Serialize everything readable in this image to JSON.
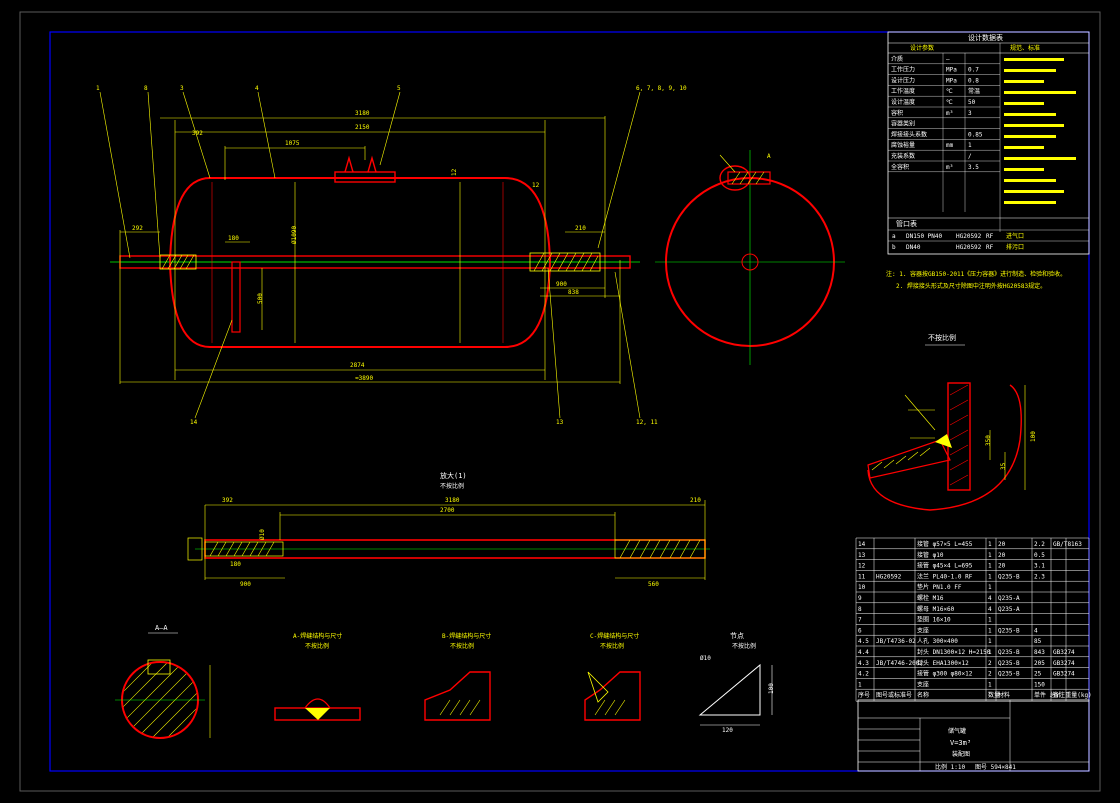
{
  "colors": {
    "background": "#000000",
    "frame": "#0000ff",
    "vessel": "#ff0000",
    "centerline": "#00ff00",
    "dimension": "#ffff00",
    "text": "#ffffff",
    "hatch": "#ffff00"
  },
  "drawing": {
    "main_dims": {
      "overall_top": "3180",
      "inner_length": "2150",
      "left_offset": "392",
      "nozzle_pos": "1075",
      "right_len": "210",
      "bottom_total": "2874",
      "overall_bottom": "≈3890",
      "right_900": "900",
      "right_838": "838",
      "left_292": "292",
      "inner_180": "180",
      "inner_500": "500",
      "height_dim": "12",
      "dia_label": "Ø1090",
      "thick_label": "12"
    },
    "balloons_top": [
      "1",
      "8",
      "3",
      "4",
      "5",
      "6, 7, 8, 9, 10"
    ],
    "balloons_bottom": [
      "14",
      "13",
      "12, 11"
    ],
    "side_label": "A",
    "detail_title": "不按比例",
    "detail_dims": [
      "100",
      "350",
      "35"
    ],
    "pipe_section_title": "放大(1)",
    "pipe_section_sub": "不按比例",
    "pipe_dims": [
      "3180",
      "2700",
      "392",
      "210",
      "180",
      "900",
      "560",
      "Ø10"
    ],
    "section_aa_title": "A—A",
    "weld_details": [
      {
        "title": "A-焊缝结构与尺寸",
        "sub": "不按比例"
      },
      {
        "title": "B-焊缝结构与尺寸",
        "sub": "不按比例"
      },
      {
        "title": "C-焊缝结构与尺寸",
        "sub": "不按比例"
      },
      {
        "title": "节点",
        "sub": "不按比例"
      }
    ],
    "node_dims": [
      "Ø10",
      "120",
      "100"
    ]
  },
  "design_table": {
    "title": "设计数据表",
    "header": [
      "设计参数",
      "",
      "规范、标准"
    ],
    "rows": [
      [
        "介质",
        "—",
        "",
        ""
      ],
      [
        "工作压力",
        "MPa",
        "0.7",
        ""
      ],
      [
        "设计压力",
        "MPa",
        "0.8",
        ""
      ],
      [
        "工作温度",
        "℃",
        "常温",
        ""
      ],
      [
        "设计温度",
        "℃",
        "50",
        ""
      ],
      [
        "容积",
        "m³",
        "3",
        ""
      ],
      [
        "容器类别",
        "",
        "",
        ""
      ],
      [
        "焊接接头系数",
        "",
        "0.85",
        ""
      ],
      [
        "腐蚀裕量",
        "mm",
        "1",
        ""
      ],
      [
        "充装系数",
        "",
        "/",
        ""
      ],
      [
        "全容积",
        "m³",
        "3.5",
        ""
      ]
    ],
    "nozzle_title": "管口表",
    "nozzle_rows": [
      [
        "a",
        "DN150 PN40",
        "HG20592",
        "RF",
        "进气口",
        ""
      ],
      [
        "b",
        "DN40",
        "HG20592",
        "RF",
        "排污口",
        ""
      ]
    ]
  },
  "notes": [
    "注: 1. 容器按GB150-2011《压力容器》进行制造、检验和验收。",
    "2. 焊接接头形式及尺寸除图中注明外按HG20583规定。"
  ],
  "parts_list": {
    "rows": [
      [
        "14",
        "",
        "接管 φ57×5 L=455",
        "1",
        "20",
        "2.2",
        "GB/T8163"
      ],
      [
        "13",
        "",
        "接管 φ10",
        "1",
        "20",
        "0.5",
        ""
      ],
      [
        "12",
        "",
        "接管 φ45×4 L=695",
        "1",
        "20",
        "3.1",
        ""
      ],
      [
        "11",
        "HG20592",
        "法兰 PL40-1.0 RF",
        "1",
        "Q235-B",
        "2.3",
        ""
      ],
      [
        "10",
        "",
        "垫片 PN1.0 FF",
        "1",
        "",
        "",
        ""
      ],
      [
        "9",
        "",
        "螺栓 M16",
        "4",
        "Q235-A",
        "",
        ""
      ],
      [
        "8",
        "",
        "螺母 M16×60",
        "4",
        "Q235-A",
        "",
        ""
      ],
      [
        "7",
        "",
        "垫圈 16×10",
        "1",
        "",
        "",
        ""
      ],
      [
        "6",
        "",
        "支座",
        "1",
        "Q235-B",
        "4",
        ""
      ],
      [
        "4.5",
        "JB/T4736-02",
        "人孔 300×400",
        "1",
        "",
        "85",
        ""
      ],
      [
        "4.4",
        "",
        "封头 DN1300×12 H=2150",
        "1",
        "Q235-B",
        "843",
        "GB3274"
      ],
      [
        "4.3",
        "JB/T4746-2002",
        "封头 EHA1300×12",
        "2",
        "Q235-B",
        "205",
        "GB3274"
      ],
      [
        "4.2",
        "",
        "接管 φ300 φ80×12",
        "2",
        "Q235-B",
        "25",
        "GB3274"
      ],
      [
        "1",
        "",
        "支座",
        "1",
        "",
        "150",
        ""
      ]
    ],
    "header": [
      "序号",
      "图号或标准号",
      "名称",
      "数量",
      "材料",
      "单件 总计 重量(kg)",
      "备注"
    ]
  },
  "title_block": {
    "name": "储气罐",
    "volume": "V=3m³",
    "sub": "装配图",
    "scale": "比例 1:10",
    "sheet": "图号 594×841"
  }
}
